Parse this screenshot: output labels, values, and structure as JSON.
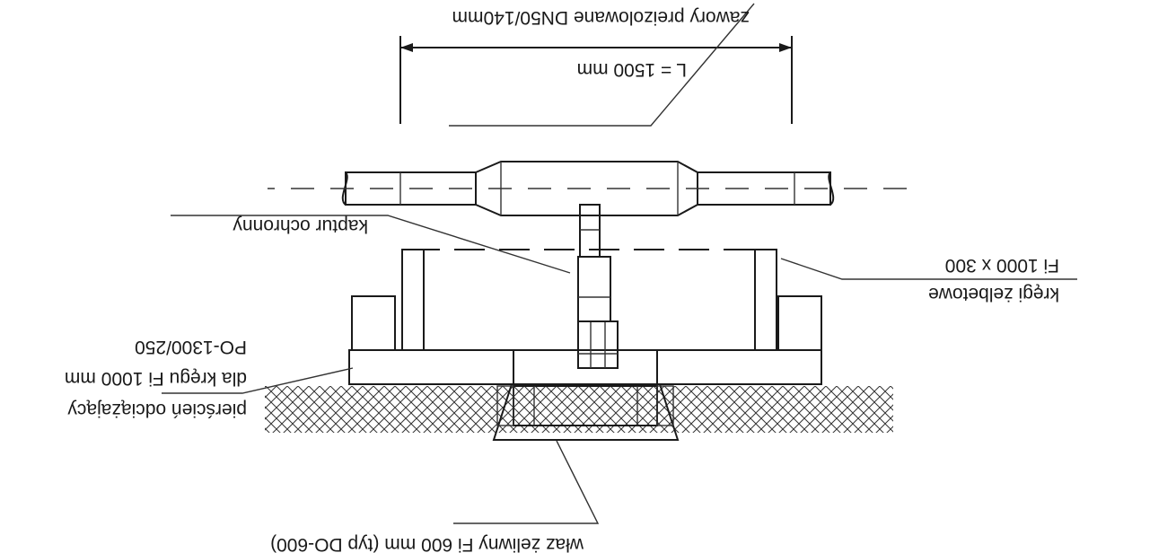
{
  "drawing": {
    "orientation": "rotated-180",
    "line_color": "#1a1a1a",
    "labels": {
      "valves": "zawory preizolowane DN50/140mm",
      "dimension": "L = 1500 mm",
      "cap": "kaptur ochronny",
      "rings_line1": "kręgi żelbetowe",
      "rings_line2": "Fi 1000 x 300",
      "relief_line1": "pierścień odciążający",
      "relief_line2": "dla kręgu Fi 1000 mm",
      "relief_line3": "PO-1300/250",
      "manhole": "właz żeliwny Fi 600 mm (typ DO-600)"
    }
  }
}
